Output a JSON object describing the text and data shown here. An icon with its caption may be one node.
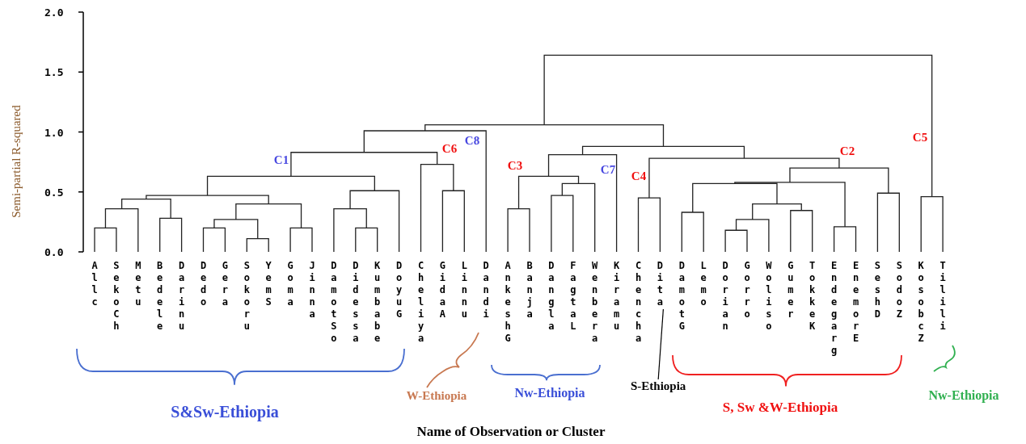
{
  "diagram": {
    "nodes": [
      {
        "text": [
          "S-Ethiopia"
        ]
      },
      {
        "text": [
          "Dita"
        ]
      }
    ],
    "edges": [
      {
        "from": 0,
        "to": 1,
        "arrow": "none"
      }
    ],
    "labels": [
      "2.0",
      "1.5",
      "1.0",
      "0.5",
      "0.0",
      "Semi-partial R-squared",
      "C1",
      "C6",
      "C8",
      "C3",
      "C7",
      "C4",
      "C2",
      "C5",
      "Allc",
      "SekoCh",
      "Metu",
      "Bedele",
      "Darinu",
      "Dedo",
      "Gera",
      "Sokoru",
      "YemS",
      "Goma",
      "Jinna",
      "DamotSo",
      "Didessa",
      "Kumbabe",
      "DoyuG",
      "Cheliya",
      "GidaA",
      "Linnu",
      "Dandi",
      "AnkeshG",
      "Banja",
      "Dangla",
      "FagtaL",
      "Wenbera",
      "Kiramu",
      "Chencha",
      "DamotG",
      "Lemo",
      "Dorian",
      "Gorro",
      "Woliso",
      "Gumer",
      "TokkeK",
      "Endegarg",
      "EnemorE",
      "SeshD",
      "SodoZ",
      "KosobcZ",
      "Tilili",
      "S&Sw-Ethiopia",
      "W-Ethiopia",
      "Nw-Ethiopia",
      "S, Sw &W-Ethiopia",
      "Nw-Ethiopia",
      "Name of Observation or Cluster"
    ]
  }
}
